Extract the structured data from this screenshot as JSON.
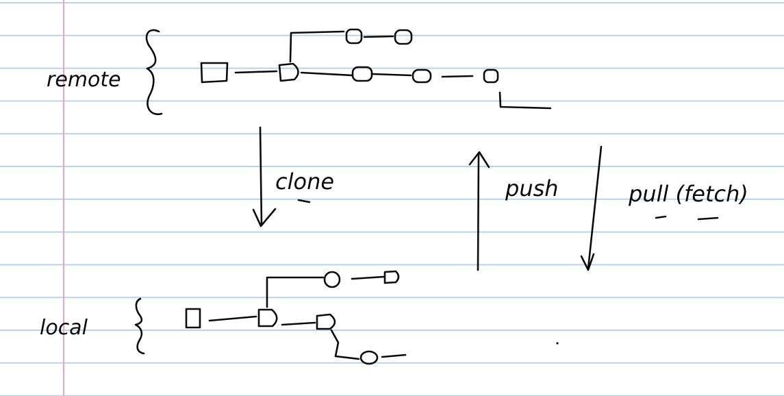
{
  "colors": {
    "paper": "#ffffff",
    "rule_line": "#b7d3ea",
    "margin_line": "#e7a3c9",
    "ink": "#0b0b0b"
  },
  "labels": {
    "remote": "remote",
    "local": "local",
    "clone": "clone",
    "push": "push",
    "pull_fetch": "pull (fetch)"
  },
  "icons": [
    "brace-icon",
    "commit-node-icon",
    "arrow-down-icon",
    "arrow-up-icon"
  ]
}
